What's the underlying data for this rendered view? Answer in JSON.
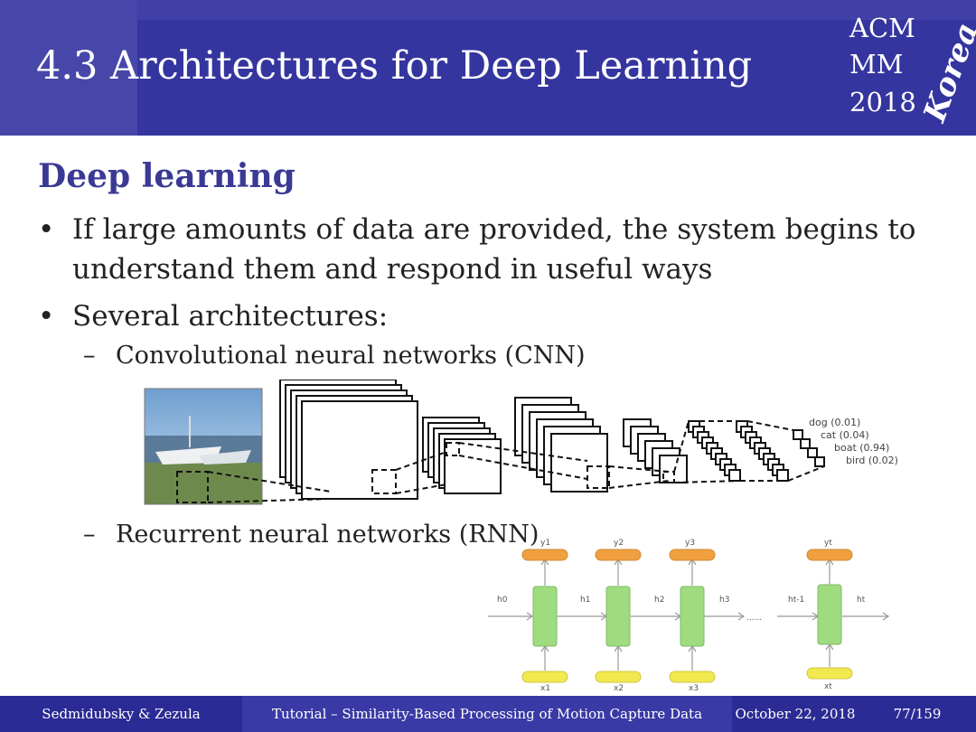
{
  "header": {
    "title": "4.3 Architectures for Deep Learning",
    "logo": {
      "line1": "ACM",
      "line2": "MM",
      "line3": "2018",
      "script": "Korea"
    }
  },
  "content": {
    "section_heading": "Deep learning",
    "bullets": [
      "If large amounts of data are provided, the system begins to understand them and respond in useful ways",
      "Several architectures:"
    ],
    "sub_bullets": [
      "Convolutional neural networks (CNN)",
      "Recurrent neural networks (RNN)"
    ],
    "bullet_symbol": "•",
    "dash_symbol": "–"
  },
  "cnn_diagram": {
    "outputs": [
      {
        "label": "dog (0.01)"
      },
      {
        "label": "cat (0.04)"
      },
      {
        "label": "boat (0.94)"
      },
      {
        "label": "bird (0.02)"
      }
    ]
  },
  "rnn_diagram": {
    "outputs": [
      "y1",
      "y2",
      "y3",
      "yt"
    ],
    "inputs": [
      "x1",
      "x2",
      "x3",
      "xt"
    ],
    "hidden": [
      "h0",
      "h1",
      "h2",
      "h3",
      "ht-1",
      "ht"
    ],
    "ellipsis": "......",
    "colors": {
      "output": "#f0a040",
      "input": "#f2e850",
      "cell": "#9fdc80"
    }
  },
  "footer": {
    "authors": "Sedmidubsky & Zezula",
    "talk": "Tutorial – Similarity-Based Processing of Motion Capture Data",
    "date": "October 22, 2018",
    "page": "77/159"
  }
}
